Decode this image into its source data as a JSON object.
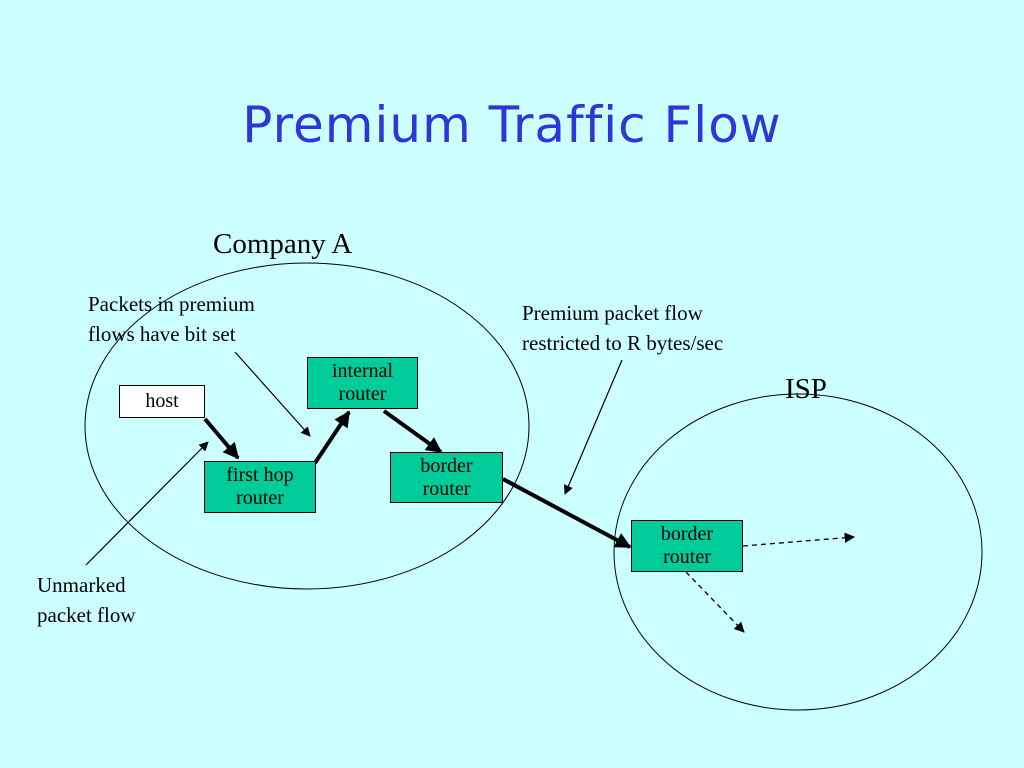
{
  "slide": {
    "title": "Premium Traffic Flow"
  },
  "regions": {
    "company": "Company A",
    "isp": "ISP"
  },
  "nodes": {
    "host": "host",
    "first_hop_router": [
      "first hop",
      "router"
    ],
    "internal_router": [
      "internal",
      "router"
    ],
    "company_border_router": [
      "border",
      "router"
    ],
    "isp_border_router": [
      "border",
      "router"
    ]
  },
  "annotations": {
    "premium_bit": [
      "Packets in premium",
      "flows have bit set"
    ],
    "rate_limit": [
      "Premium packet flow",
      "restricted to R bytes/sec"
    ],
    "unmarked": [
      "Unmarked",
      "packet flow"
    ]
  },
  "colors": {
    "background": "#ccffff",
    "title": "#2e36d6",
    "router_fill": "#00cc99",
    "host_fill": "#ffffff"
  }
}
